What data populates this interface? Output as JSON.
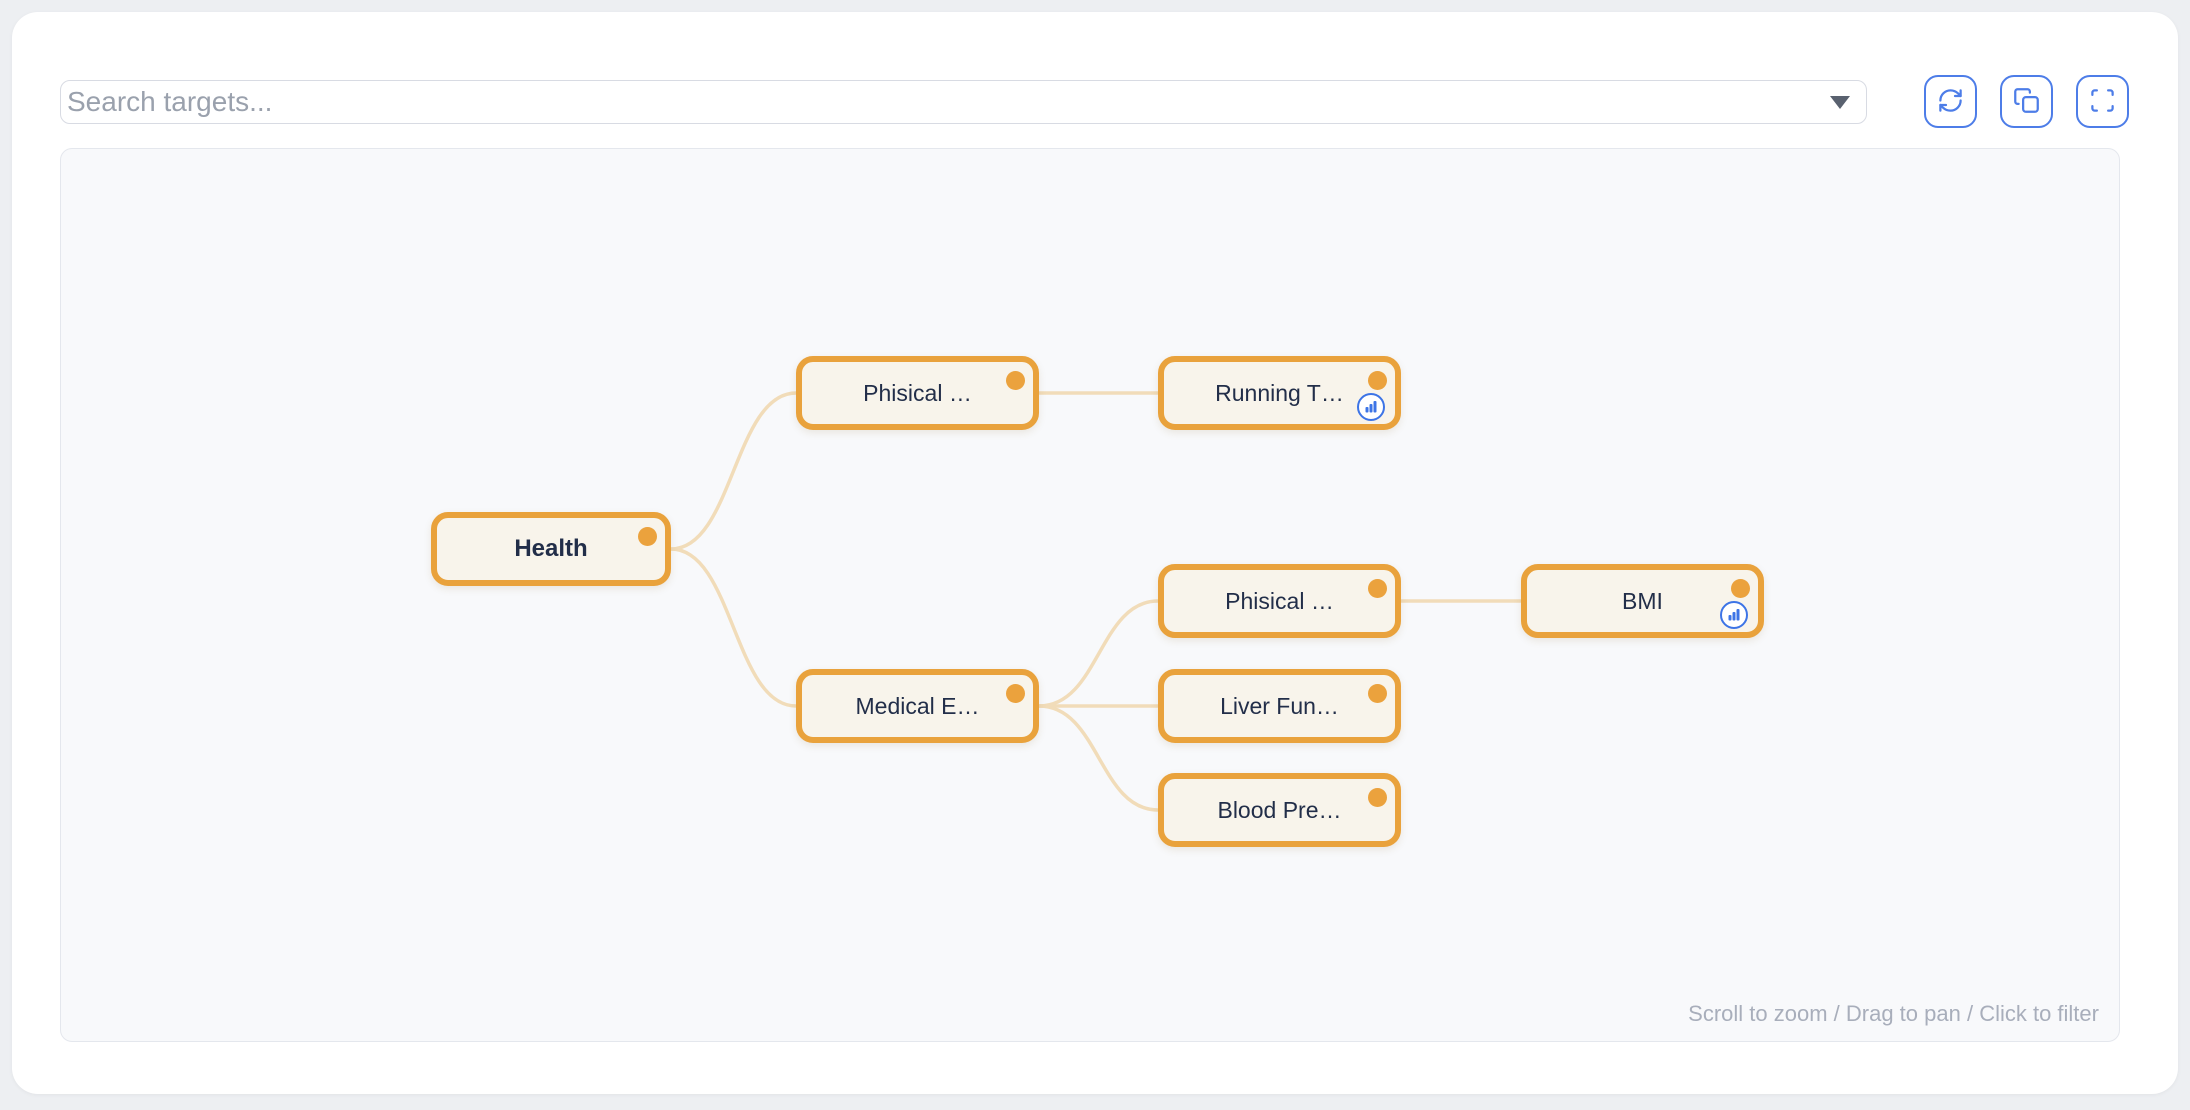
{
  "toolbar": {
    "search": {
      "placeholder": "Search targets..."
    },
    "icons": {
      "dropdown": "dropdown-arrow-icon",
      "refresh": "refresh-icon",
      "copy": "copy-icon",
      "fullscreen": "fullscreen-icon"
    }
  },
  "graph": {
    "nodes": [
      {
        "label": "Health",
        "emphasis": "bold",
        "has_chart_badge": false
      },
      {
        "label": "Phisical …",
        "emphasis": "normal",
        "has_chart_badge": false
      },
      {
        "label": "Running T…",
        "emphasis": "normal",
        "has_chart_badge": true
      },
      {
        "label": "Medical E…",
        "emphasis": "normal",
        "has_chart_badge": false
      },
      {
        "label": "Phisical …",
        "emphasis": "normal",
        "has_chart_badge": false
      },
      {
        "label": "BMI",
        "emphasis": "normal",
        "has_chart_badge": true
      },
      {
        "label": "Liver Fun…",
        "emphasis": "normal",
        "has_chart_badge": false
      },
      {
        "label": "Blood Pre…",
        "emphasis": "normal",
        "has_chart_badge": false
      }
    ],
    "edges": [
      {
        "from": 0,
        "to": 1
      },
      {
        "from": 1,
        "to": 2
      },
      {
        "from": 0,
        "to": 3
      },
      {
        "from": 3,
        "to": 4
      },
      {
        "from": 4,
        "to": 5
      },
      {
        "from": 3,
        "to": 6
      },
      {
        "from": 3,
        "to": 7
      }
    ],
    "badge_icon": "bar-chart-icon",
    "node_marker": "status-dot",
    "hint": "Scroll to zoom / Drag to pan / Click to filter"
  },
  "colors": {
    "accent_blue": "#4D7DE8",
    "badge_blue": "#3D74E6",
    "node_border_orange": "#E9A23C",
    "node_dot_orange": "#EBA23D",
    "node_fill_cream": "#F8F4EB",
    "edge_tan": "#F1DCB9",
    "node_text": "#222E49",
    "hint_gray": "#A8AEBB",
    "canvas_bg": "#F8F9FB",
    "page_bg": "#EDEFF2"
  }
}
